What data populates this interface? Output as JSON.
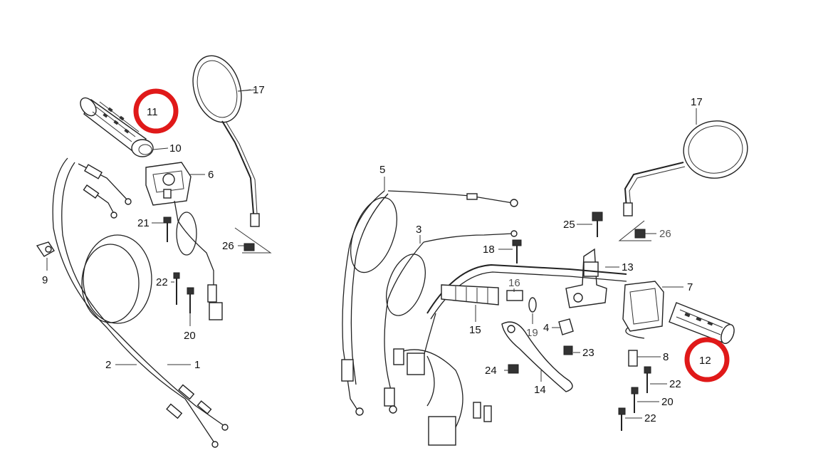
{
  "diagram": {
    "callouts": {
      "c1": "1",
      "c2": "2",
      "c3": "3",
      "c4": "4",
      "c5": "5",
      "c6": "6",
      "c7": "7",
      "c8": "8",
      "c9": "9",
      "c10": "10",
      "c11": "11",
      "c12": "12",
      "c13": "13",
      "c14": "14",
      "c15": "15",
      "c16": "16",
      "c17a": "17",
      "c17b": "17",
      "c18": "18",
      "c19": "19",
      "c20a": "20",
      "c20b": "20",
      "c21": "21",
      "c22a": "22",
      "c22b": "22",
      "c22c": "22",
      "c23": "23",
      "c24": "24",
      "c25": "25",
      "c26a": "26",
      "c26b": "26"
    },
    "highlight_color": "#e01919",
    "highlighted_parts": [
      "11",
      "12"
    ]
  }
}
